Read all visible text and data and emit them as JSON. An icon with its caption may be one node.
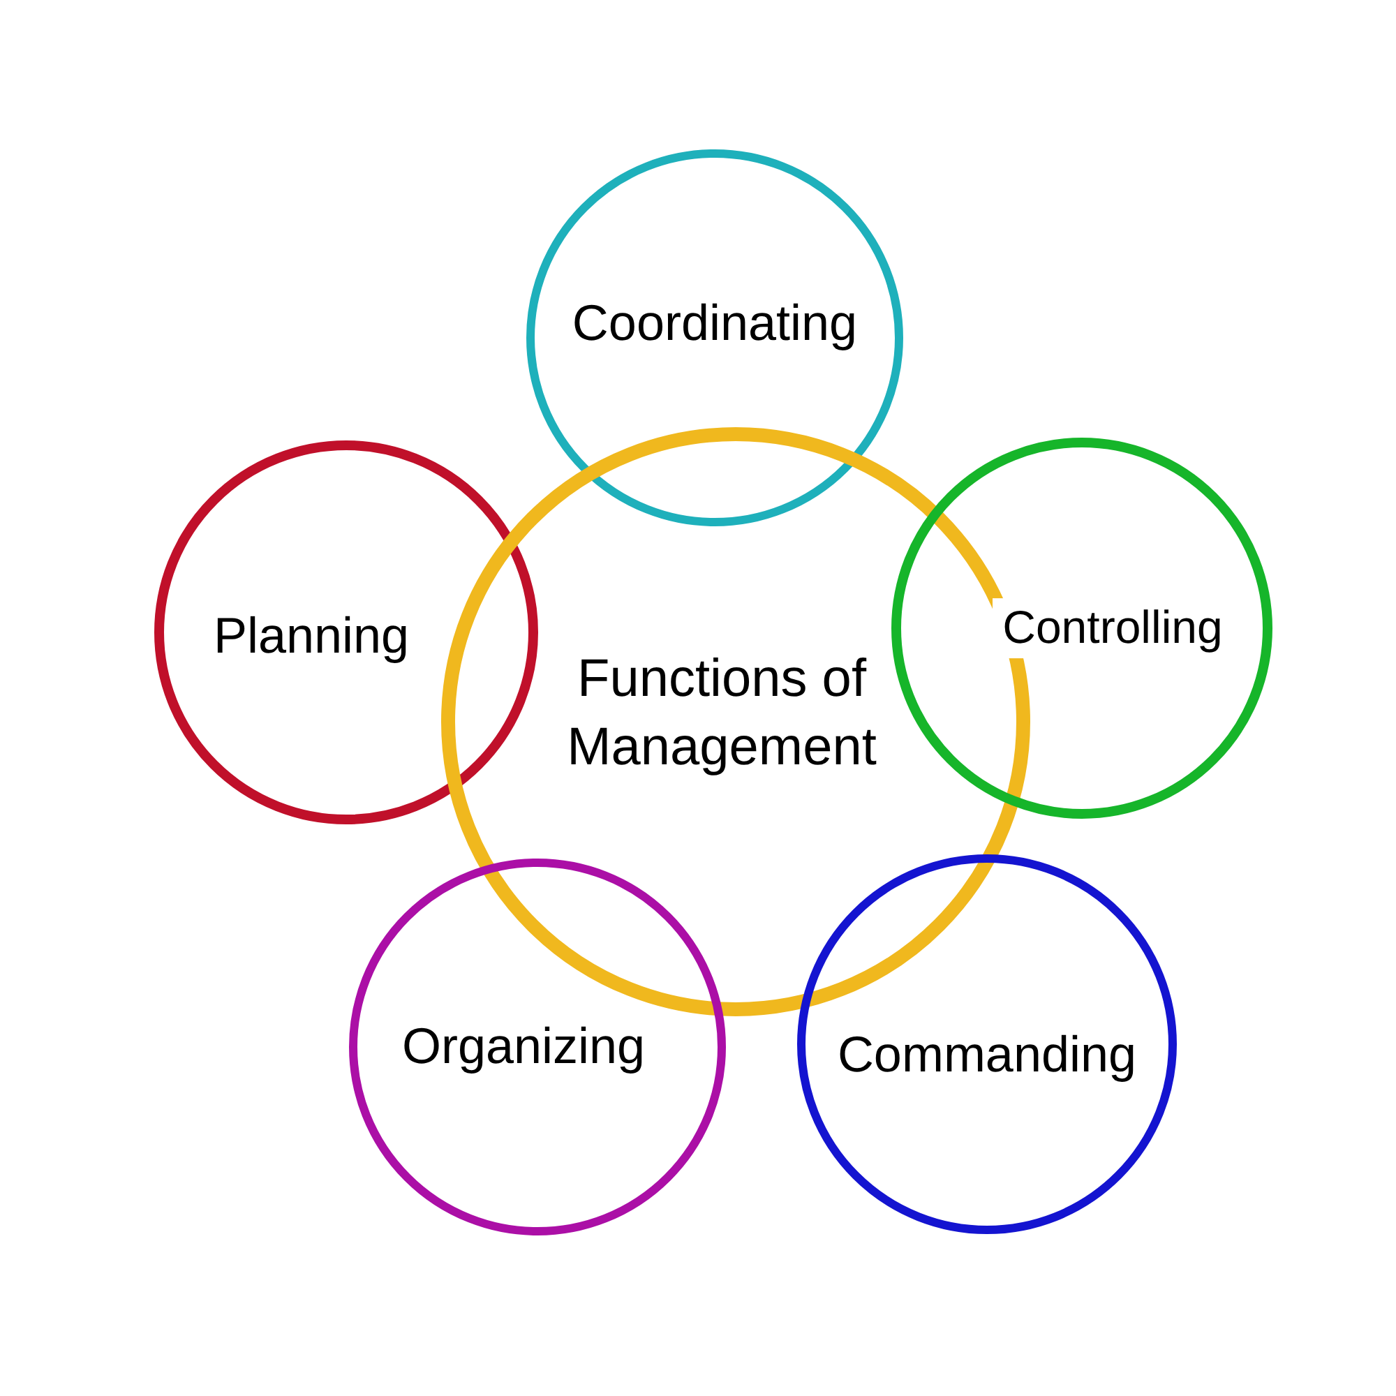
{
  "diagram": {
    "nodes": [
      {
        "text": [
          "Coordinating"
        ]
      },
      {
        "text": [
          "Planning"
        ]
      },
      {
        "text": [
          "Functions of Management"
        ]
      },
      {
        "text": [
          "Controlling"
        ]
      },
      {
        "text": [
          "Organizing"
        ]
      },
      {
        "text": [
          "Commanding"
        ]
      }
    ],
    "edges": []
  }
}
